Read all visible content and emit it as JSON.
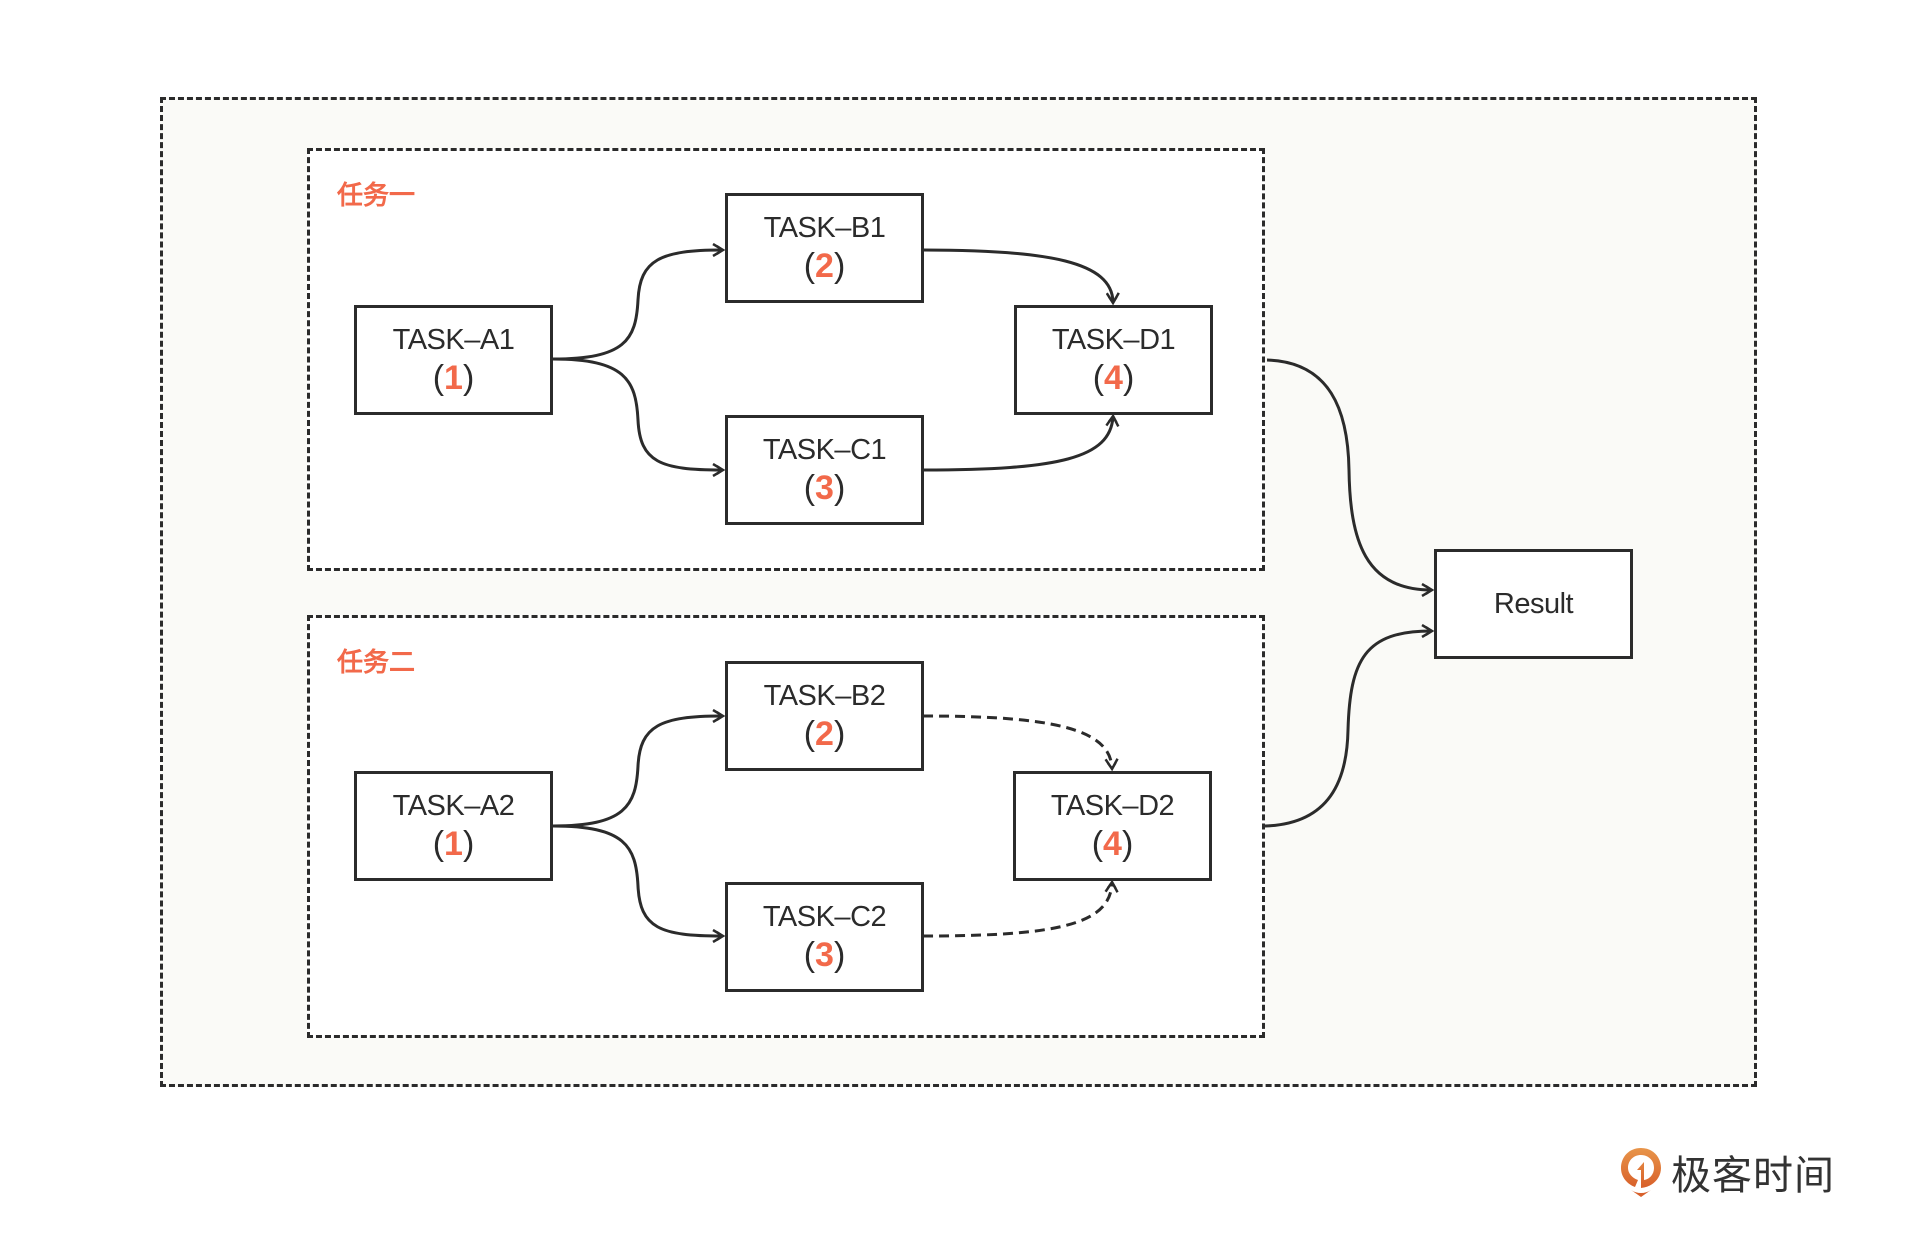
{
  "groups": [
    {
      "label": "任务一"
    },
    {
      "label": "任务二"
    }
  ],
  "nodes": {
    "a1": {
      "name": "TASK–A1",
      "order": "1"
    },
    "b1": {
      "name": "TASK–B1",
      "order": "2"
    },
    "c1": {
      "name": "TASK–C1",
      "order": "3"
    },
    "d1": {
      "name": "TASK–D1",
      "order": "4"
    },
    "a2": {
      "name": "TASK–A2",
      "order": "1"
    },
    "b2": {
      "name": "TASK–B2",
      "order": "2"
    },
    "c2": {
      "name": "TASK–C2",
      "order": "3"
    },
    "d2": {
      "name": "TASK–D2",
      "order": "4"
    },
    "result": {
      "name": "Result"
    }
  },
  "paren_open": "(",
  "paren_close": ")",
  "edges": [
    {
      "from": "a1",
      "to": "b1",
      "style": "solid"
    },
    {
      "from": "a1",
      "to": "c1",
      "style": "solid"
    },
    {
      "from": "b1",
      "to": "d1",
      "style": "solid"
    },
    {
      "from": "c1",
      "to": "d1",
      "style": "solid"
    },
    {
      "from": "a2",
      "to": "b2",
      "style": "solid"
    },
    {
      "from": "a2",
      "to": "c2",
      "style": "solid"
    },
    {
      "from": "b2",
      "to": "d2",
      "style": "dashed"
    },
    {
      "from": "c2",
      "to": "d2",
      "style": "dashed"
    },
    {
      "from": "group1",
      "to": "result",
      "style": "solid"
    },
    {
      "from": "group2",
      "to": "result",
      "style": "solid"
    }
  ],
  "colors": {
    "accent": "#f2694a",
    "stroke": "#2b2b2b",
    "canvas": "#fafaf7"
  },
  "logo": {
    "icon": "geektime-logo-icon",
    "text": "极客时间"
  }
}
